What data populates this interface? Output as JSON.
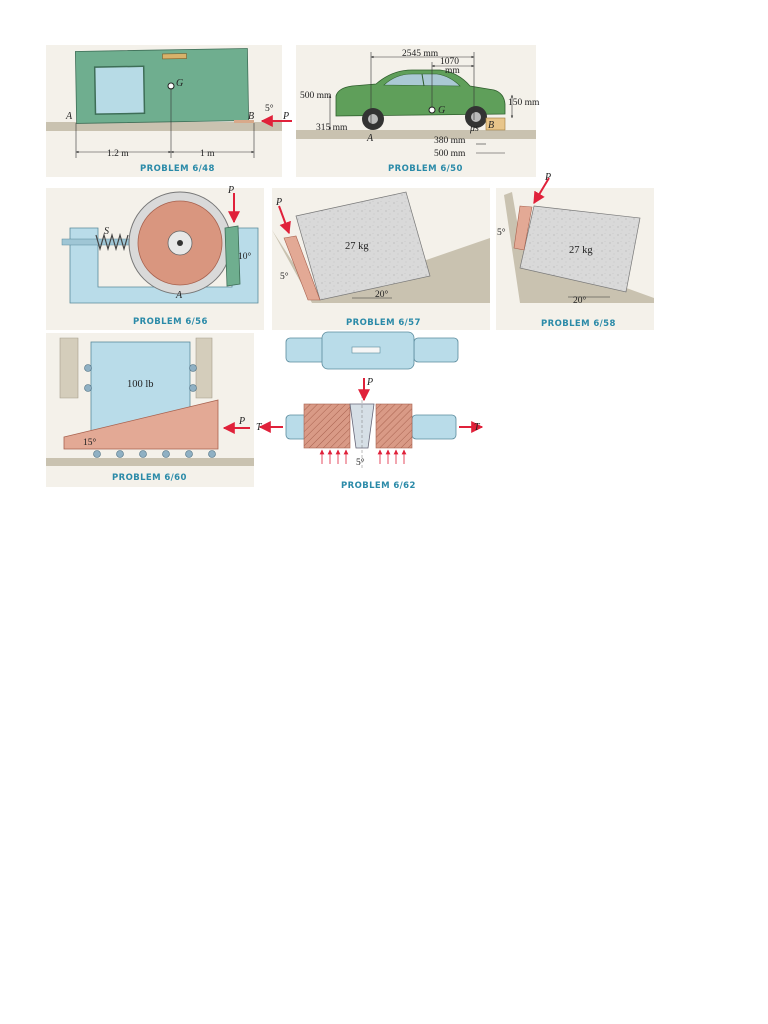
{
  "colors": {
    "ground": "#c9c2b0",
    "panel_bg": "#f4f1ea",
    "green_door": "#6fae8f",
    "car_green": "#5f9f5a",
    "wedge": "#e3a995",
    "block_gray": "#d9d9d9",
    "blue_frame": "#b9dce9",
    "force_red": "#e0213a",
    "label_teal": "#2a8aa8"
  },
  "p648": {
    "label": "PROBLEM 6/48",
    "pt_a": "A",
    "pt_b": "B",
    "pt_g": "G",
    "force": "P",
    "angle": "5°",
    "dim_left": "1.2 m",
    "dim_right": "1 m"
  },
  "p650": {
    "label": "PROBLEM 6/50",
    "d_2545": "2545 mm",
    "d_1070a": "1070",
    "d_1070b": "mm",
    "d_500h": "500 mm",
    "d_150": "150 mm",
    "d_315": "315 mm",
    "d_380": "380 mm",
    "d_500b": "500 mm",
    "pt_a": "A",
    "pt_b": "B",
    "pt_g": "G",
    "mu": "μs"
  },
  "p656": {
    "label": "PROBLEM 6/56",
    "spring": "S",
    "force": "P",
    "angle": "10°",
    "pt_a": "A"
  },
  "p657": {
    "label": "PROBLEM 6/57",
    "mass": "27 kg",
    "force": "P",
    "angle_wedge": "5°",
    "angle_slope": "20°"
  },
  "p658": {
    "label": "PROBLEM 6/58",
    "mass": "27 kg",
    "force": "P",
    "angle_wedge": "5°",
    "angle_slope": "20°"
  },
  "p660": {
    "label": "PROBLEM 6/60",
    "weight": "100 lb",
    "force": "P",
    "angle": "15°"
  },
  "p662": {
    "label": "PROBLEM 6/62",
    "force": "P",
    "tension_l": "T",
    "tension_r": "T",
    "angle": "5°"
  }
}
